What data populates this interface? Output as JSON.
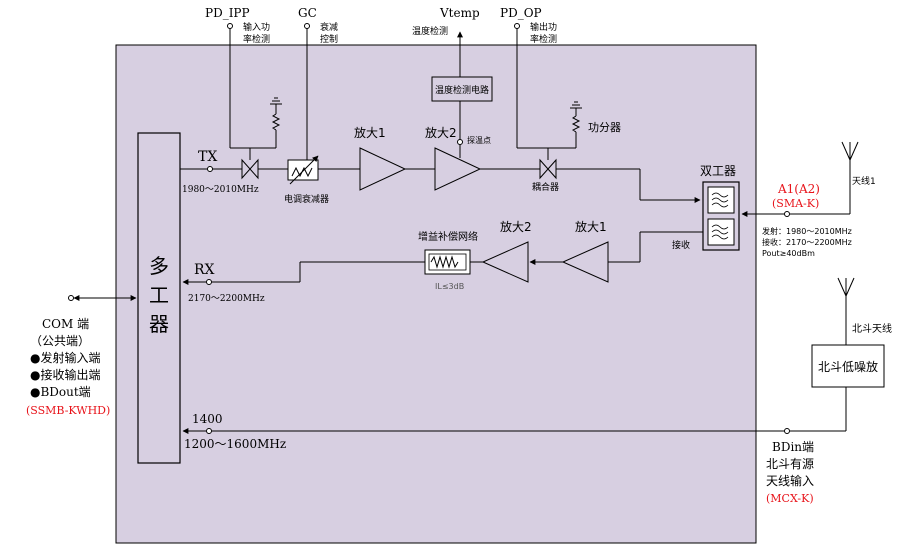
{
  "labels": {
    "pd_ipp": "PD_IPP",
    "pd_ipp_desc_1": "输入功",
    "pd_ipp_desc_2": "率检测",
    "gc": "GC",
    "gc_desc_1": "衰减",
    "gc_desc_2": "控制",
    "vtemp": "Vtemp",
    "vtemp_desc": "温度检测",
    "pd_op": "PD_OP",
    "pd_op_desc_1": "输出功",
    "pd_op_desc_2": "率检测",
    "temp_circuit": "温度检测电路",
    "probe_point": "探温点",
    "power_divider": "功分器",
    "amp1_tx": "放大1",
    "amp2_tx": "放大2",
    "coupler": "耦合器",
    "duplexer": "双工器",
    "tx": "TX",
    "tx_freq": "1980～2010MHz",
    "attenuator": "电调衰减器",
    "rx": "RX",
    "rx_freq": "2170～2200MHz",
    "gain_comp": "增益补偿网络",
    "il": "IL≤3dB",
    "amp2_rx": "放大2",
    "amp1_rx": "放大1",
    "receive": "接收",
    "multiplexer_1": "多",
    "multiplexer_2": "工",
    "multiplexer_3": "器",
    "antenna1": "天线1",
    "a1_port": "A1(A2)",
    "sma": "(SMA-K)",
    "spec_tx": "发射：1980～2010MHz",
    "spec_rx": "接收：2170～2200MHz",
    "spec_pout": "Pout≥40dBm",
    "bd_antenna": "北斗天线",
    "bd_lna": "北斗低噪放",
    "bdin_1": "BDin端",
    "bdin_2": "北斗有源",
    "bdin_3": "天线输入",
    "mcx": "(MCX-K)",
    "bd_1400": "1400",
    "bd_freq": "1200～1600MHz",
    "com_1": "COM 端",
    "com_2": "（公共端）",
    "com_3": "●发射输入端",
    "com_4": "●接收输出端",
    "com_5": "●BDout端",
    "ssmb": "(SSMB-KWHD)"
  },
  "colors": {
    "module_fill": "#d7cfe1",
    "line": "#000000",
    "connector_red": "#e8141b"
  }
}
